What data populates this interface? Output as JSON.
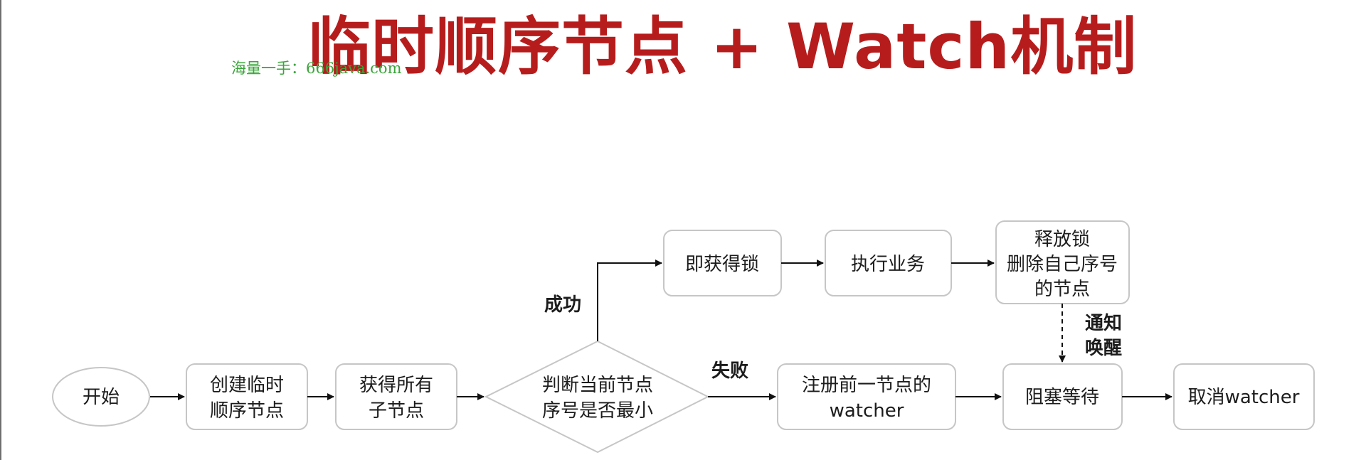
{
  "title": "临时顺序节点 + Watch机制",
  "watermark": "海量一手：666java.com",
  "nodes": {
    "start": "开始",
    "create_line1": "创建临时",
    "create_line2": "顺序节点",
    "get_line1": "获得所有",
    "get_line2": "子节点",
    "judge_line1": "判断当前节点",
    "judge_line2": "序号是否最小",
    "acquire": "即获得锁",
    "execute": "执行业务",
    "release_line1": "释放锁",
    "release_line2": "删除自己序号",
    "release_line3": "的节点",
    "register_line1": "注册前一节点的",
    "register_line2": "watcher",
    "block": "阻塞等待",
    "cancel": "取消watcher"
  },
  "labels": {
    "success": "成功",
    "fail": "失败",
    "notify_line1": "通知",
    "notify_line2": "唤醒"
  }
}
